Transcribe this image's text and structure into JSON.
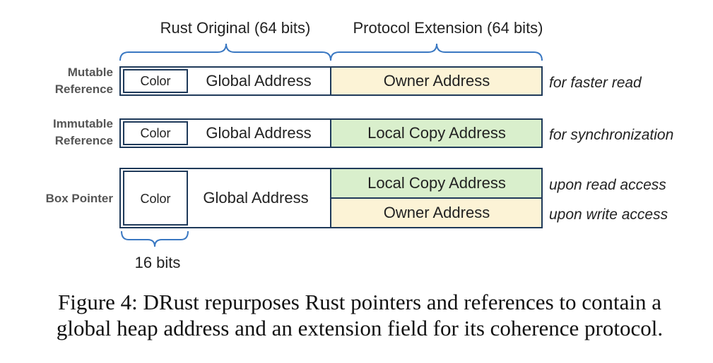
{
  "headers": {
    "rust_original": "Rust Original (64 bits)",
    "protocol_extension": "Protocol Extension (64 bits)"
  },
  "rows": {
    "mutable": {
      "label_line1": "Mutable",
      "label_line2": "Reference",
      "color": "Color",
      "global": "Global Address",
      "extension": "Owner Address",
      "note": "for faster read"
    },
    "immutable": {
      "label_line1": "Immutable",
      "label_line2": "Reference",
      "color": "Color",
      "global": "Global Address",
      "extension": "Local Copy Address",
      "note": "for synchronization"
    },
    "box": {
      "label": "Box Pointer",
      "color": "Color",
      "global": "Global Address",
      "extension_top": "Local Copy Address",
      "extension_bottom": "Owner Address",
      "note_top": "upon read access",
      "note_bottom": "upon write access"
    }
  },
  "color_width_label": "16 bits",
  "caption_line1": "Figure 4: DRust repurposes Rust pointers and references to contain a",
  "caption_line2": "global heap address and an extension field for its coherence protocol.",
  "colors": {
    "border": "#1f3a5a",
    "brace": "#3a78c2",
    "owner_fill": "#fcf3d6",
    "local_copy_fill": "#d9efcc",
    "label_text": "#555555",
    "text": "#222222"
  }
}
